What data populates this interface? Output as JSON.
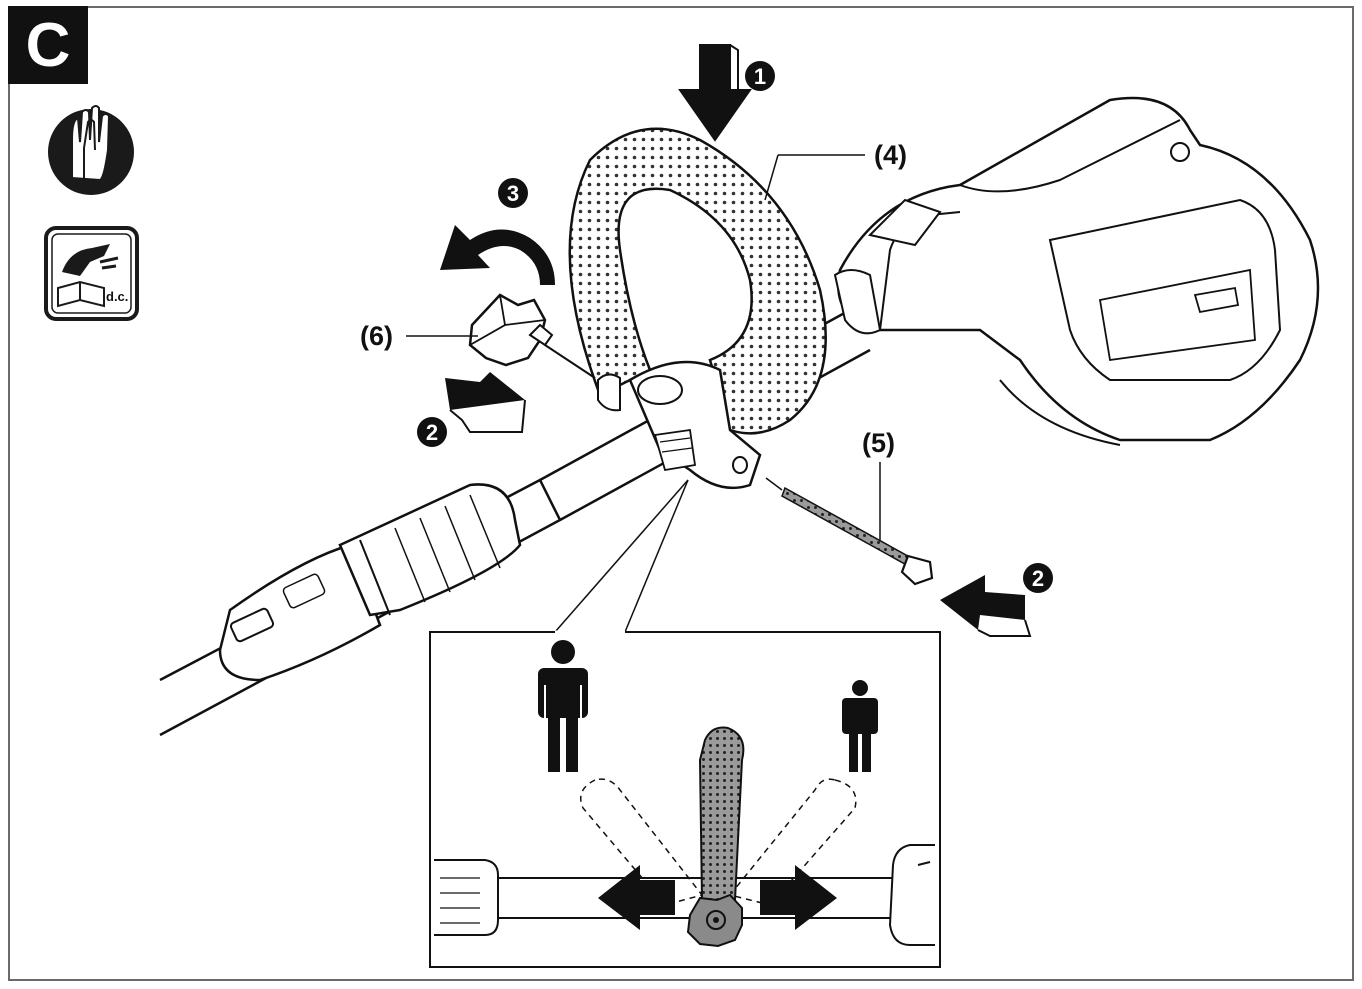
{
  "figure": {
    "letter": "C"
  },
  "labels": {
    "handle": "(4)",
    "knob": "(6)",
    "screw": "(5)"
  },
  "steps": {
    "step1": "1",
    "step2": "2",
    "step3": "3"
  },
  "icons": {
    "gloves": "gloves-icon",
    "manual": "read-manual-icon",
    "manual_text": "d.c."
  },
  "colors": {
    "ink": "#111111",
    "frame": "#6a6a6a",
    "grey_fill": "#8a8a8a"
  }
}
